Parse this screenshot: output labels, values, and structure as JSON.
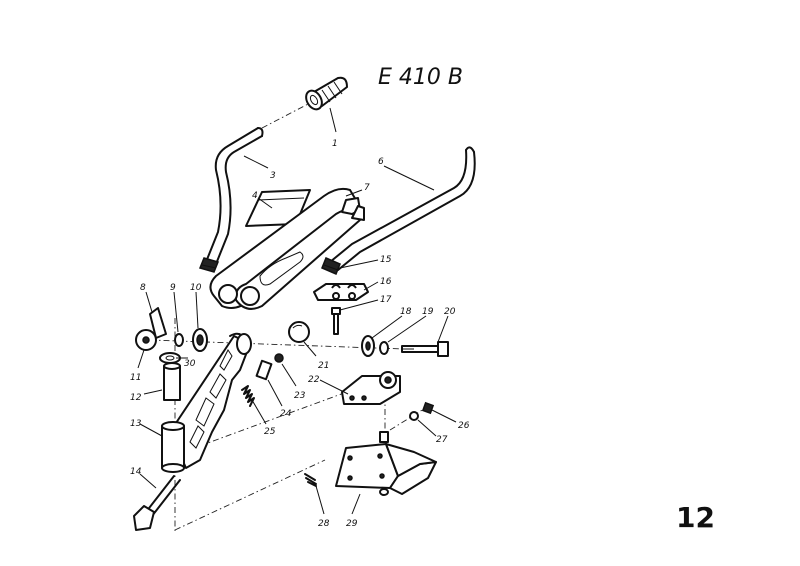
{
  "title": "E 410 B",
  "page_number": "12",
  "callouts": [
    "1",
    "3",
    "4",
    "6",
    "7",
    "8",
    "9",
    "10",
    "11",
    "12",
    "13",
    "14",
    "15",
    "16",
    "17",
    "18",
    "19",
    "20",
    "21",
    "22",
    "23",
    "24",
    "25",
    "26",
    "27",
    "28",
    "29",
    "30"
  ]
}
